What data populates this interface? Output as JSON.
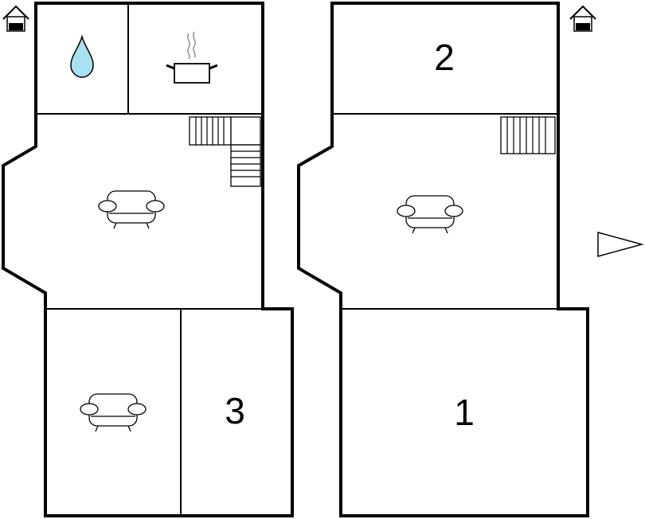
{
  "floors": [
    {
      "rooms": [
        {
          "id": "bathroom",
          "icon": "water-drop-icon",
          "label": ""
        },
        {
          "id": "kitchen",
          "icon": "cooking-pot-icon",
          "label": ""
        },
        {
          "id": "living-room",
          "icon": "sofa-icon",
          "label": ""
        },
        {
          "id": "lounge",
          "icon": "sofa-icon",
          "label": ""
        },
        {
          "id": "bedroom-3",
          "icon": "",
          "label": "3"
        }
      ],
      "marker": "house-entrance-icon",
      "stairs": true
    },
    {
      "rooms": [
        {
          "id": "bedroom-2",
          "icon": "",
          "label": "2"
        },
        {
          "id": "living-room",
          "icon": "sofa-icon",
          "label": ""
        },
        {
          "id": "bedroom-1",
          "icon": "",
          "label": "1"
        }
      ],
      "marker": "house-entrance-icon",
      "stairs": true
    }
  ],
  "compass": "north-arrow-icon",
  "colors": {
    "wall": "#000000",
    "water": "#a8e2f0",
    "steam": "#999999",
    "background": "#ffffff"
  }
}
